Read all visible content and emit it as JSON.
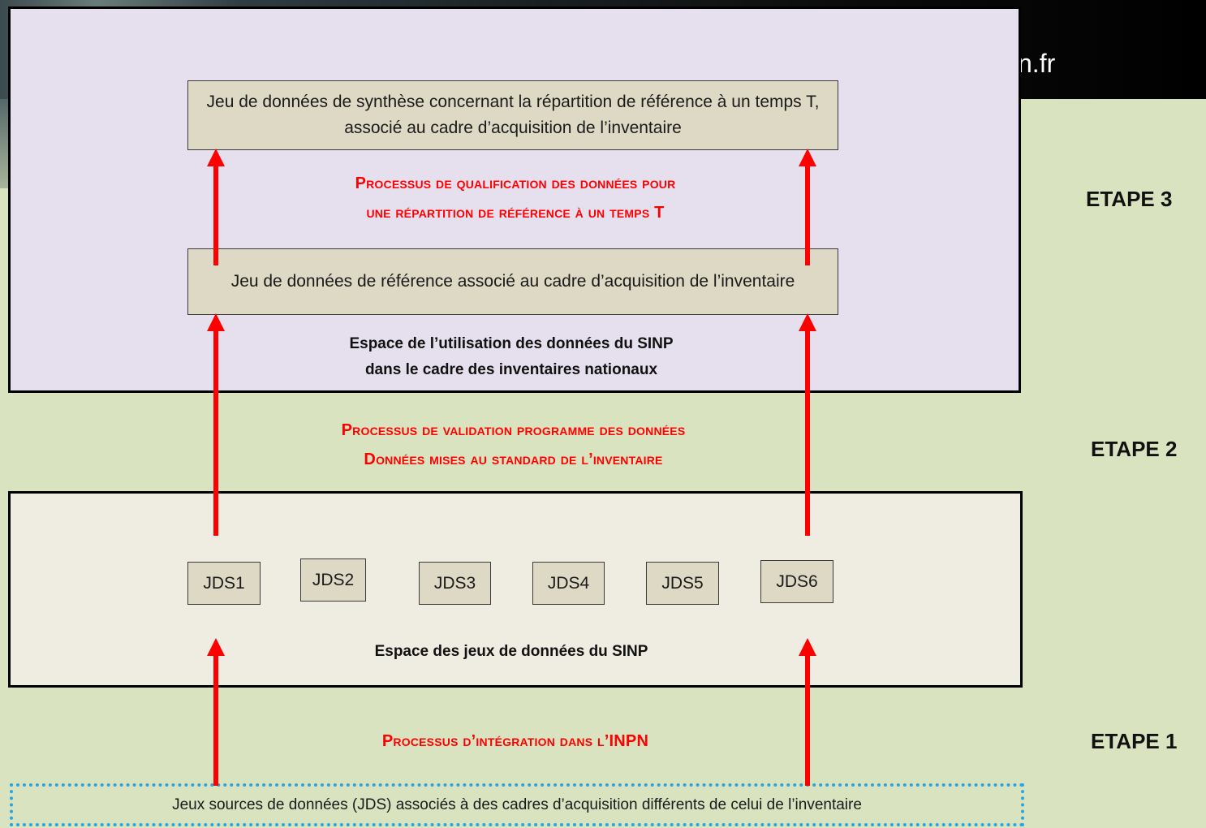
{
  "header": {
    "url_fragment": "n.fr"
  },
  "boxes": {
    "synthesis": "Jeu de données de synthèse concernant la répartition de référence à un temps T, associé au cadre d’acquisition de l’inventaire",
    "reference": "Jeu de données de référence associé au cadre d’acquisition de l’inventaire"
  },
  "spaces": {
    "usage": [
      "Espace de l’utilisation des données du SINP",
      "dans le cadre des inventaires nationaux"
    ],
    "datasets": "Espace des jeux de données du SINP"
  },
  "processes": {
    "qualification": [
      "Processus de qualification des données pour",
      "une répartition de référence à un temps T"
    ],
    "validation": [
      "Processus de validation programme des données",
      "Données mises au standard de l’inventaire"
    ],
    "integration": "Processus d’intégration dans l’INPN"
  },
  "jds": [
    "JDS1",
    "JDS2",
    "JDS3",
    "JDS4",
    "JDS5",
    "JDS6"
  ],
  "etapes": {
    "e3": "ETAPE 3",
    "e2": "ETAPE 2",
    "e1": "ETAPE 1"
  },
  "sources": "Jeux sources de données (JDS) associés à des cadres d’acquisition différents de celui de l’inventaire",
  "colors": {
    "arrow": "#ff0000",
    "process_text": "#ff0000",
    "sources_border": "#2aa5e0"
  }
}
